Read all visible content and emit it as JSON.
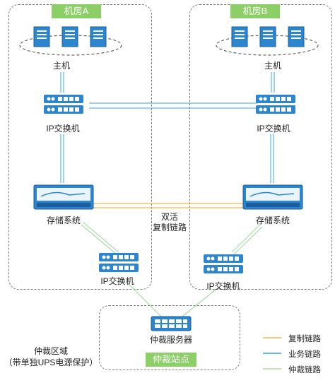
{
  "rooms": {
    "a_title": "机房A",
    "b_title": "机房B"
  },
  "labels": {
    "host_a": "主机",
    "host_b": "主机",
    "switch_a_top": "IP交换机",
    "switch_b_top": "IP交换机",
    "storage_a": "存储系统",
    "storage_b": "存储系统",
    "active_active_line1": "双活",
    "active_active_line2": "复制链路",
    "switch_a_bottom": "IP交换机",
    "switch_b_bottom": "IP交换机",
    "arbitration_server": "仲裁服务器",
    "arbitration_site": "仲裁站点",
    "arbitration_area_line1": "仲裁区域",
    "arbitration_area_line2": "（带单独UPS电源保护）"
  },
  "legend": {
    "items": [
      {
        "label": "复制链路",
        "color": "#f5b64a"
      },
      {
        "label": "业务链路",
        "color": "#3aa7d4"
      },
      {
        "label": "仲裁链路",
        "color": "#a8dcaa"
      }
    ]
  },
  "colors": {
    "tag_green": "#8ccf67",
    "device_blue": "#2c86cf",
    "device_dark": "#1d5d9b"
  }
}
